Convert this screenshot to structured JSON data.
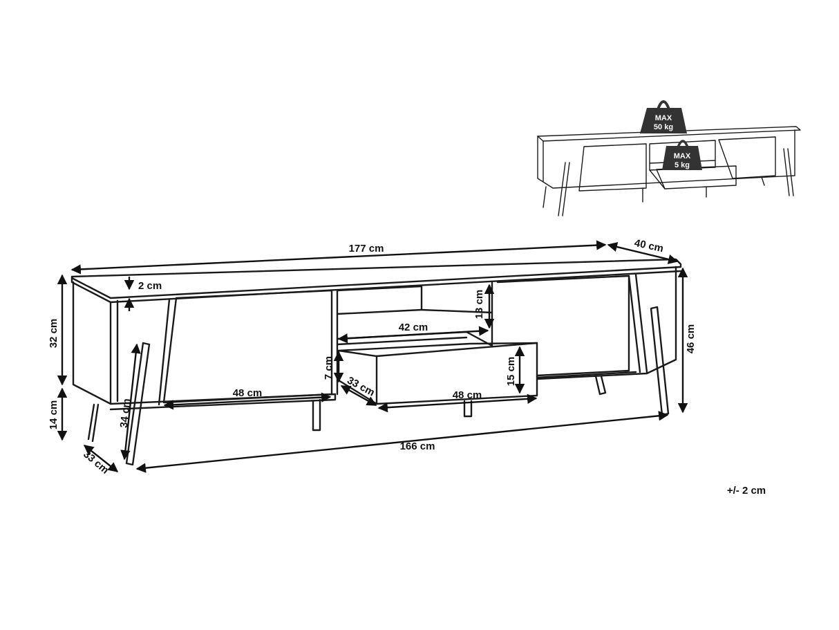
{
  "dimensions": {
    "width": "177 cm",
    "depth": "40 cm",
    "top_thickness": "2 cm",
    "body_height": "32 cm",
    "leg_height": "14 cm",
    "total_height": "46 cm",
    "shelf_height": "13 cm",
    "shelf_width": "42 cm",
    "door_width": "48 cm",
    "drawer_height": "7 cm",
    "drawer_depth": "33 cm",
    "drawer_width": "48 cm",
    "drawer_front_height": "15 cm",
    "leg_length": "34 cm",
    "leg_span_depth": "33 cm",
    "leg_span_width": "166 cm"
  },
  "load_limits": {
    "top": {
      "line1": "MAX",
      "line2": "50 kg"
    },
    "drawer": {
      "line1": "MAX",
      "line2": "5 kg"
    }
  },
  "tolerance": "+/- 2 cm",
  "colors": {
    "line": "#1a1a1a",
    "weight_fill": "#333333",
    "background": "#ffffff"
  }
}
